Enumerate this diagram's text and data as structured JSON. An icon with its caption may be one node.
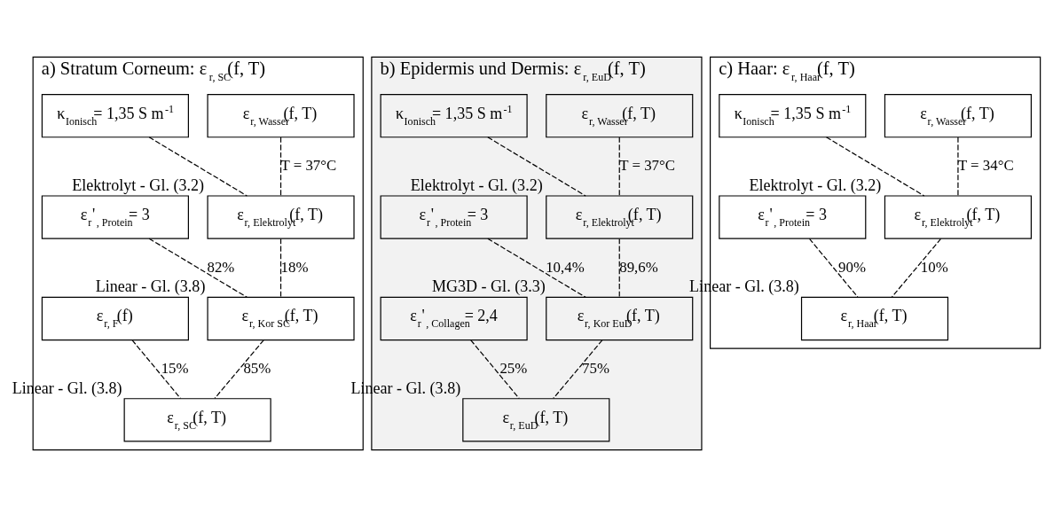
{
  "diagram": {
    "nodes": [
      {
        "text": [
          "a) Stratum Corneum: ε$_{r, SC}$(f, T)"
        ]
      },
      {
        "text": [
          "ε$_{r, Wasser}$(f, T)"
        ],
        "in": 0
      },
      {
        "text": [
          "κ$_{Ionisch}$= 1,35 S m$^{-1}$"
        ],
        "in": 0
      },
      {
        "text": [
          "ε$_{r, Elektrolyt}$(f, T)"
        ],
        "in": 0,
        "beside": [
          "Elektrolyt - Gl. (3.2)"
        ]
      },
      {
        "text": [
          "ε$_{r}$'$_{, Protein}$= 3"
        ],
        "in": 0
      },
      {
        "text": [
          "ε$_{r, Kor SC}$(f, T)"
        ],
        "in": 0,
        "beside": [
          "Linear - Gl. (3.8)"
        ]
      },
      {
        "text": [
          "ε$_{r, F}$(f)"
        ],
        "in": 0
      },
      {
        "text": [
          "ε$_{r, SC}$(f, T)"
        ],
        "in": 0,
        "beside": [
          "Linear - Gl. (3.8)"
        ]
      },
      {
        "text": [
          "b) Epidermis und Dermis: ε$_{r, EuD}$(f, T)"
        ]
      },
      {
        "text": [
          "ε$_{r, Wasser}$(f, T)"
        ],
        "in": 8
      },
      {
        "text": [
          "κ$_{Ionisch}$= 1,35 S m$^{-1}$"
        ],
        "in": 8
      },
      {
        "text": [
          "ε$_{r, Elektrolyt}$(f, T)"
        ],
        "in": 8,
        "beside": [
          "Elektrolyt - Gl. (3.2)"
        ]
      },
      {
        "text": [
          "ε$_{r}$'$_{, Protein}$= 3"
        ],
        "in": 8
      },
      {
        "text": [
          "ε$_{r, Kor EuD}$(f, T)"
        ],
        "in": 8,
        "beside": [
          "MG3D - Gl. (3.3)"
        ]
      },
      {
        "text": [
          "ε$_{r}$'$_{, Collagen}$= 2,4"
        ],
        "in": 8
      },
      {
        "text": [
          "ε$_{r, EuD}$(f, T)"
        ],
        "in": 8,
        "beside": [
          "Linear - Gl. (3.8)"
        ]
      },
      {
        "text": [
          "c) Haar: ε$_{r, Haar}$(f, T)"
        ]
      },
      {
        "text": [
          "ε$_{r, Wasser}$(f, T)"
        ],
        "in": 16
      },
      {
        "text": [
          "κ$_{Ionisch}$= 1,35 S m$^{-1}$"
        ],
        "in": 16
      },
      {
        "text": [
          "ε$_{r, Elektrolyt}$(f, T)"
        ],
        "in": 16,
        "beside": [
          "Elektrolyt - Gl. (3.2)"
        ]
      },
      {
        "text": [
          "ε$_{r}$'$_{, Protein}$= 3"
        ],
        "in": 16
      },
      {
        "text": [
          "ε$_{r, Haar}$(f, T)"
        ],
        "in": 16,
        "beside": [
          "Linear - Gl. (3.8)"
        ]
      }
    ],
    "edges": [
      {
        "from": 1,
        "to": 3,
        "arrow": "none",
        "style": "dashed",
        "label": "T = 37°C"
      },
      {
        "from": 2,
        "to": 3,
        "arrow": "none",
        "style": "dashed"
      },
      {
        "from": 3,
        "to": 5,
        "arrow": "none",
        "style": "dashed",
        "label": "18%"
      },
      {
        "from": 4,
        "to": 5,
        "arrow": "none",
        "style": "dashed",
        "label": "82%"
      },
      {
        "from": 5,
        "to": 7,
        "arrow": "none",
        "style": "dashed",
        "label": "85%"
      },
      {
        "from": 6,
        "to": 7,
        "arrow": "none",
        "style": "dashed",
        "label": "15%"
      },
      {
        "from": 9,
        "to": 11,
        "arrow": "none",
        "style": "dashed",
        "label": "T = 37°C"
      },
      {
        "from": 10,
        "to": 11,
        "arrow": "none",
        "style": "dashed"
      },
      {
        "from": 11,
        "to": 13,
        "arrow": "none",
        "style": "dashed",
        "label": "89,6%"
      },
      {
        "from": 12,
        "to": 13,
        "arrow": "none",
        "style": "dashed",
        "label": "10,4%"
      },
      {
        "from": 13,
        "to": 15,
        "arrow": "none",
        "style": "dashed",
        "label": "75%"
      },
      {
        "from": 14,
        "to": 15,
        "arrow": "none",
        "style": "dashed",
        "label": "25%"
      },
      {
        "from": 17,
        "to": 19,
        "arrow": "none",
        "style": "dashed",
        "label": "T = 34°C"
      },
      {
        "from": 18,
        "to": 19,
        "arrow": "none",
        "style": "dashed"
      },
      {
        "from": 19,
        "to": 21,
        "arrow": "none",
        "style": "dashed",
        "label": "10%"
      },
      {
        "from": 20,
        "to": 21,
        "arrow": "none",
        "style": "dashed",
        "label": "90%"
      }
    ]
  }
}
